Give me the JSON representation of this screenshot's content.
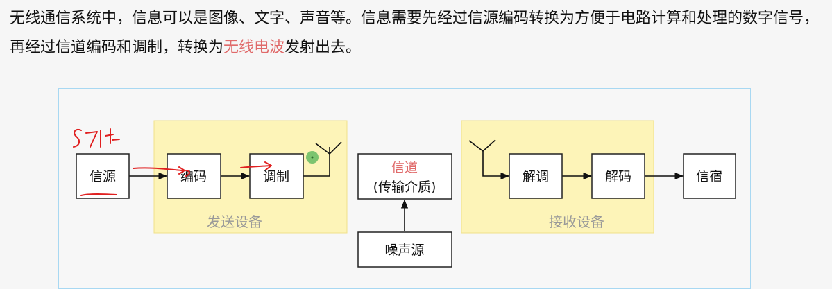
{
  "paragraph": {
    "before": "无线通信系统中，信息可以是图像、文字、声音等。信息需要先经过信源编码转换为方便于电路计算和处理的数字信号，再经过信道编码和调制，转换为",
    "highlight": "无线电波",
    "after": "发射出去。"
  },
  "diagram": {
    "blocks": {
      "source": "信源",
      "encode": "编码",
      "modulate": "调制",
      "channel_title": "信道",
      "channel_sub": "(传输介质)",
      "noise": "噪声源",
      "demodulate": "解调",
      "decode": "解码",
      "sink": "信宿"
    },
    "groups": {
      "transmitter": "发送设备",
      "receiver": "接收设备"
    },
    "colors": {
      "highlight": "#e06a6a",
      "group_fill": "#fdf4b8",
      "frame_border": "#a8d8f2",
      "annotation_ink": "#e02020",
      "marker": "#5cb85c"
    }
  }
}
